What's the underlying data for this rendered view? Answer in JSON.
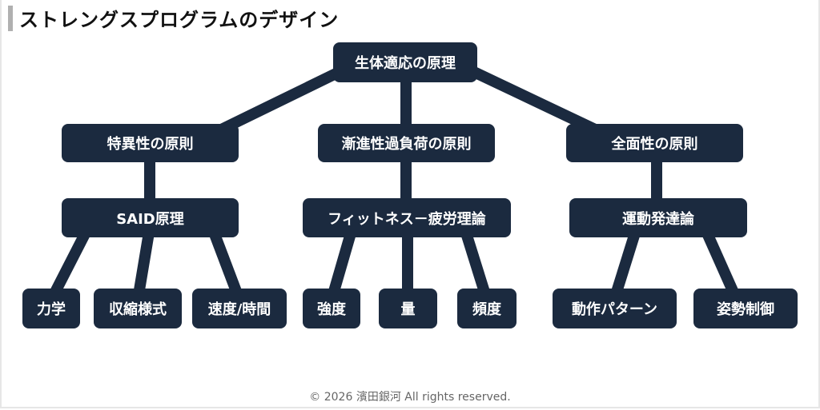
{
  "title": "ストレングスプログラムのデザイン",
  "colors": {
    "node": "#1b2a3f",
    "title_accent": "#b0b0b0"
  },
  "nodes": {
    "root": "生体適応の原理",
    "l1": [
      "特異性の原則",
      "漸進性過負荷の原則",
      "全面性の原則"
    ],
    "l2": [
      "SAID原理",
      "フィットネス－疲労理論",
      "運動発達論"
    ],
    "l3": [
      "力学",
      "収縮様式",
      "速度/時間",
      "強度",
      "量",
      "頻度",
      "動作パターン",
      "姿勢制御"
    ]
  },
  "footer": "© 2026 濱田銀河 All rights reserved."
}
